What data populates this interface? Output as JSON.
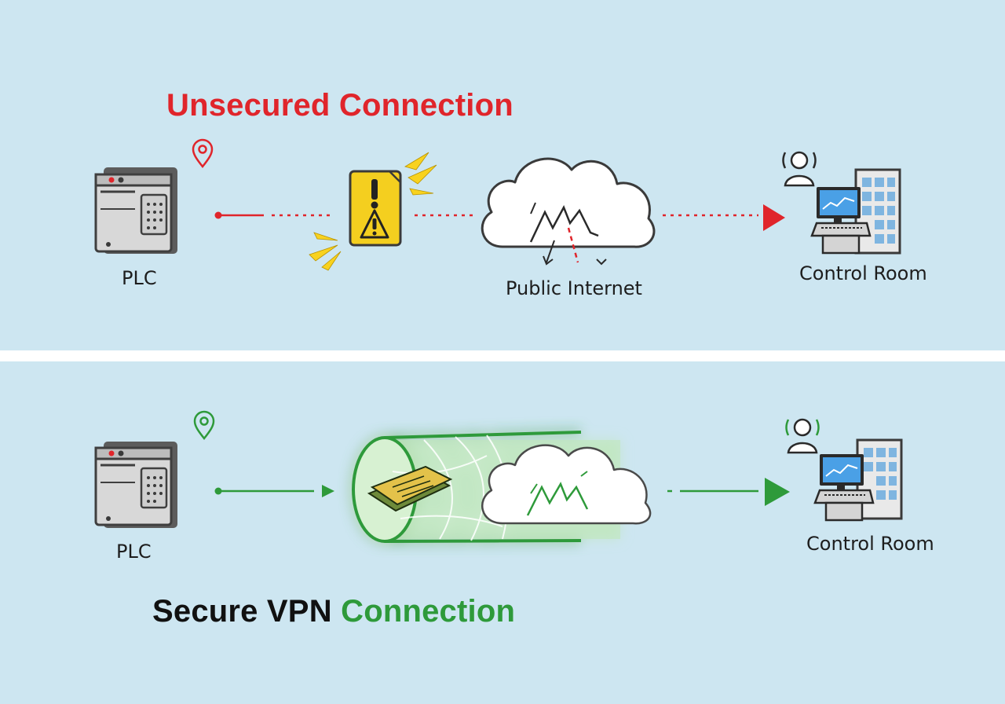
{
  "unsecured": {
    "title": "Unsecured Connection",
    "title_color": "#e0252b",
    "plc_label": "PLC",
    "cloud_label": "Public Internet",
    "destination_label": "Control Room",
    "link_color": "#e0252b"
  },
  "secure": {
    "title_part1": "Secure VPN",
    "title_part2": "Connection",
    "title_part1_color": "#111111",
    "title_part2_color": "#2e9a3a",
    "plc_label": "PLC",
    "destination_label": "Control Room",
    "link_color": "#2e9a3a"
  },
  "icons": [
    "plc-device-icon",
    "location-pin-icon",
    "warning-device-icon",
    "alert-burst-icon",
    "cloud-icon",
    "arrow-icon",
    "operator-icon",
    "computer-terminal-icon",
    "building-icon",
    "vpn-tunnel-icon",
    "encrypted-packet-icon"
  ]
}
